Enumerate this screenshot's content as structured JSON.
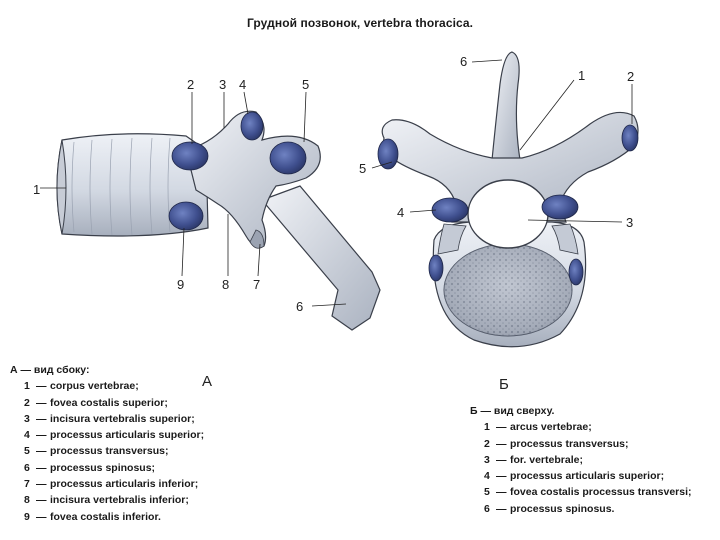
{
  "title": "Грудной позвонок, vertebra thoracica.",
  "view_a": {
    "label": "А",
    "legend_heading": "А — вид сбоку:",
    "numbers": [
      "1",
      "2",
      "3",
      "4",
      "5",
      "6",
      "7",
      "8",
      "9"
    ],
    "items": [
      {
        "num": "1",
        "text": "corpus vertebrae;"
      },
      {
        "num": "2",
        "text": "fovea costalis superior;"
      },
      {
        "num": "3",
        "text": "incisura vertebralis superior;"
      },
      {
        "num": "4",
        "text": "processus articularis superior;"
      },
      {
        "num": "5",
        "text": "processus transversus;"
      },
      {
        "num": "6",
        "text": "processus spinosus;"
      },
      {
        "num": "7",
        "text": "processus articularis inferior;"
      },
      {
        "num": "8",
        "text": "incisura vertebralis inferior;"
      },
      {
        "num": "9",
        "text": "fovea costalis inferior."
      }
    ]
  },
  "view_b": {
    "label": "Б",
    "legend_heading": "Б — вид сверху.",
    "numbers": [
      "1",
      "2",
      "3",
      "4",
      "5",
      "6"
    ],
    "items": [
      {
        "num": "1",
        "text": "arcus vertebrae;"
      },
      {
        "num": "2",
        "text": "processus transversus;"
      },
      {
        "num": "3",
        "text": "for. vertebrale;"
      },
      {
        "num": "4",
        "text": "processus articularis superior;"
      },
      {
        "num": "5",
        "text": "fovea costalis processus transversi;"
      },
      {
        "num": "6",
        "text": "processus spinosus."
      }
    ]
  },
  "colors": {
    "bone": "#dde2ea",
    "bone_shadow": "#8f98a8",
    "facet": "#3e4f8c",
    "outline": "#3a3f4a"
  }
}
